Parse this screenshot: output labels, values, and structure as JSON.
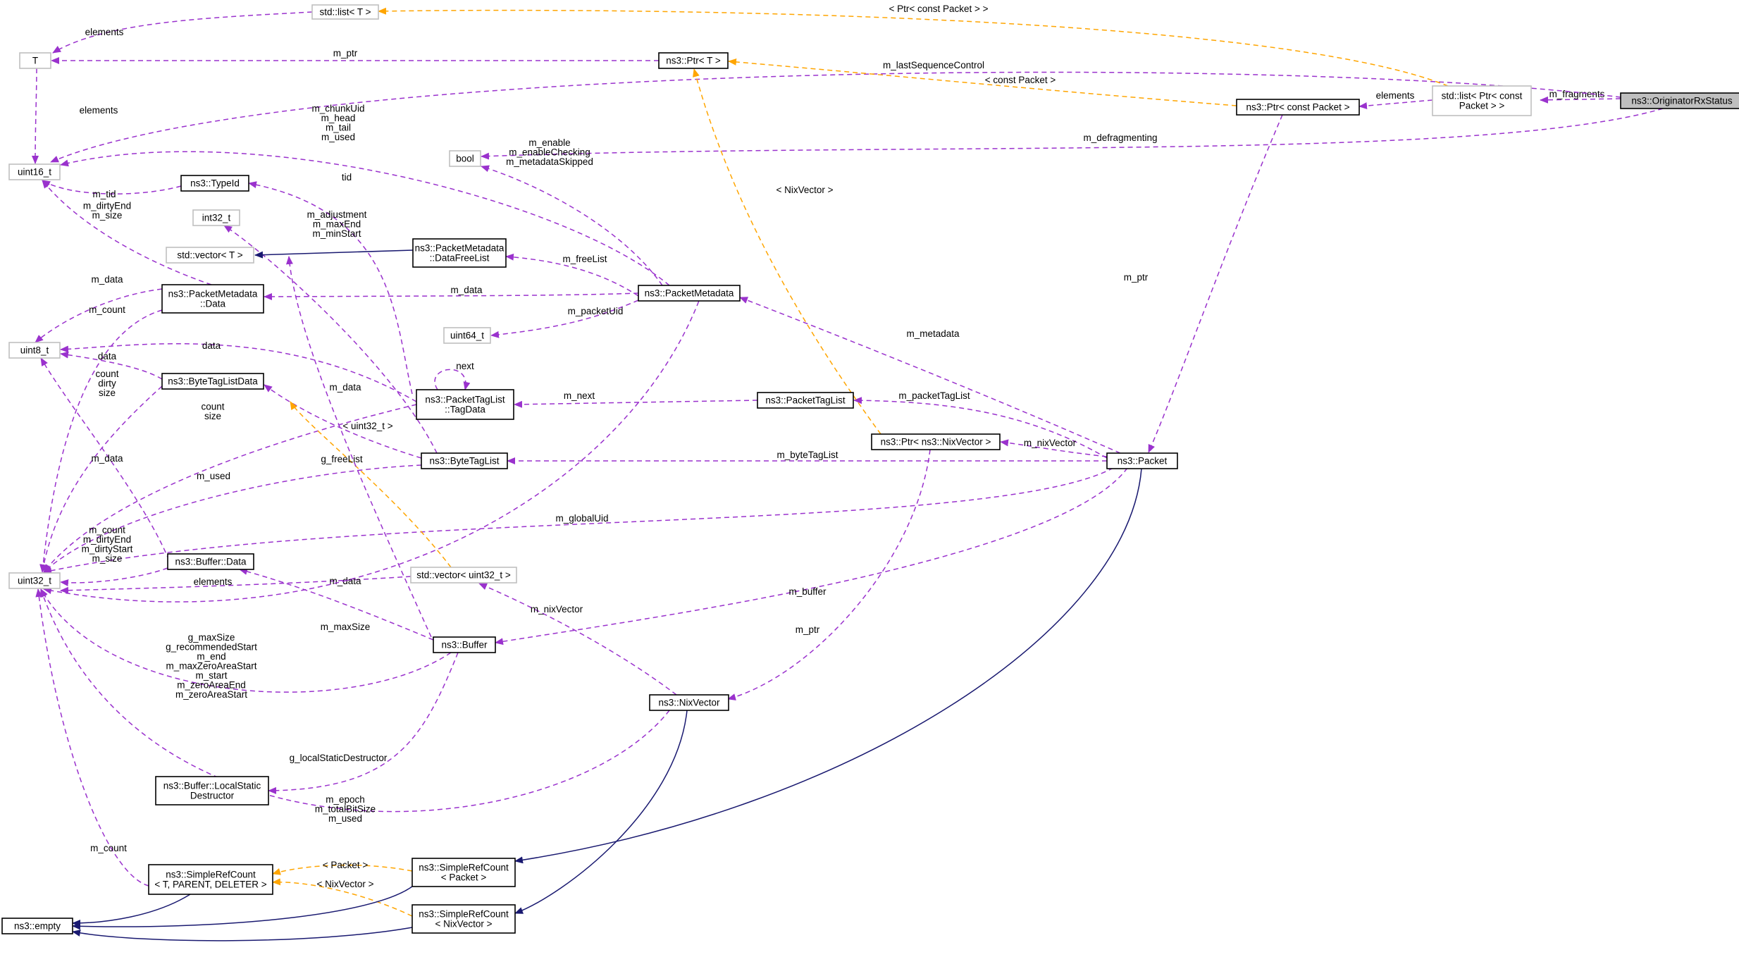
{
  "colors": {
    "member": "#9a32cd",
    "template": "#ffa500",
    "inherit": "#191970",
    "node_border": "#000000",
    "ext_border": "#bfbfbf",
    "focus_fill": "#bfbfbf"
  },
  "nodes": [
    {
      "id": "root",
      "lines": [
        "ns3::OriginatorRxStatus"
      ],
      "style": "focus"
    },
    {
      "id": "stdlist_ptr",
      "lines": [
        "std::list< Ptr< const",
        "Packet > >"
      ],
      "style": "ext"
    },
    {
      "id": "stdlist_T",
      "lines": [
        "std::list< T >"
      ],
      "style": "ext"
    },
    {
      "id": "T",
      "lines": [
        "T"
      ],
      "style": "ext"
    },
    {
      "id": "ptrT",
      "lines": [
        "ns3::Ptr< T >"
      ],
      "style": "normal"
    },
    {
      "id": "ptrPacket",
      "lines": [
        "ns3::Ptr< const Packet >"
      ],
      "style": "normal"
    },
    {
      "id": "uint16",
      "lines": [
        "uint16_t"
      ],
      "style": "ext"
    },
    {
      "id": "bool",
      "lines": [
        "bool"
      ],
      "style": "ext"
    },
    {
      "id": "typeid",
      "lines": [
        "ns3::TypeId"
      ],
      "style": "normal"
    },
    {
      "id": "int32",
      "lines": [
        "int32_t"
      ],
      "style": "ext"
    },
    {
      "id": "vecT",
      "lines": [
        "std::vector< T >"
      ],
      "style": "ext"
    },
    {
      "id": "dfl",
      "lines": [
        "ns3::PacketMetadata",
        "::DataFreeList"
      ],
      "style": "normal"
    },
    {
      "id": "pmdata",
      "lines": [
        "ns3::PacketMetadata",
        "::Data"
      ],
      "style": "normal"
    },
    {
      "id": "pm",
      "lines": [
        "ns3::PacketMetadata"
      ],
      "style": "normal"
    },
    {
      "id": "uint64",
      "lines": [
        "uint64_t"
      ],
      "style": "ext"
    },
    {
      "id": "uint8",
      "lines": [
        "uint8_t"
      ],
      "style": "ext"
    },
    {
      "id": "btld",
      "lines": [
        "ns3::ByteTagListData"
      ],
      "style": "normal"
    },
    {
      "id": "ptltd",
      "lines": [
        "ns3::PacketTagList",
        "::TagData"
      ],
      "style": "normal"
    },
    {
      "id": "ptl",
      "lines": [
        "ns3::PacketTagList"
      ],
      "style": "normal"
    },
    {
      "id": "ptrnix",
      "lines": [
        "ns3::Ptr< ns3::NixVector >"
      ],
      "style": "normal"
    },
    {
      "id": "btl",
      "lines": [
        "ns3::ByteTagList"
      ],
      "style": "normal"
    },
    {
      "id": "packet",
      "lines": [
        "ns3::Packet"
      ],
      "style": "normal"
    },
    {
      "id": "uint32",
      "lines": [
        "uint32_t"
      ],
      "style": "ext"
    },
    {
      "id": "bufdata",
      "lines": [
        "ns3::Buffer::Data"
      ],
      "style": "normal"
    },
    {
      "id": "vecu32",
      "lines": [
        "std::vector< uint32_t >"
      ],
      "style": "ext"
    },
    {
      "id": "buffer",
      "lines": [
        "ns3::Buffer"
      ],
      "style": "normal"
    },
    {
      "id": "nix",
      "lines": [
        "ns3::NixVector"
      ],
      "style": "normal"
    },
    {
      "id": "lsd",
      "lines": [
        "ns3::Buffer::LocalStatic",
        "Destructor"
      ],
      "style": "normal"
    },
    {
      "id": "srcT",
      "lines": [
        "ns3::SimpleRefCount",
        "< T, PARENT, DELETER >"
      ],
      "style": "normal"
    },
    {
      "id": "srcP",
      "lines": [
        "ns3::SimpleRefCount",
        "< Packet >"
      ],
      "style": "normal"
    },
    {
      "id": "srcN",
      "lines": [
        "ns3::SimpleRefCount",
        "< NixVector >"
      ],
      "style": "normal"
    },
    {
      "id": "empty",
      "lines": [
        "ns3::empty"
      ],
      "style": "normal"
    }
  ],
  "edges": [
    {
      "kind": "member",
      "label": [
        "m_fragments"
      ]
    },
    {
      "kind": "member",
      "label": [
        "m_lastSequenceControl"
      ]
    },
    {
      "kind": "member",
      "label": [
        "m_defragmenting"
      ]
    },
    {
      "kind": "template",
      "label": [
        "< Ptr< const Packet > >"
      ]
    },
    {
      "kind": "member",
      "label": [
        "elements"
      ]
    },
    {
      "kind": "member",
      "label": [
        "elements"
      ]
    },
    {
      "kind": "member",
      "label": [
        "m_ptr"
      ]
    },
    {
      "kind": "template",
      "label": [
        "< const Packet >"
      ]
    },
    {
      "kind": "member",
      "label": [
        "m_ptr"
      ]
    },
    {
      "kind": "member",
      "label": [
        "elements"
      ]
    },
    {
      "kind": "member",
      "label": [
        "m_chunkUid",
        "m_head",
        "m_tail",
        "m_used"
      ]
    },
    {
      "kind": "member",
      "label": [
        "m_enable",
        "m_enableChecking",
        "m_metadataSkipped"
      ]
    },
    {
      "kind": "member",
      "label": [
        "m_tid"
      ]
    },
    {
      "kind": "member",
      "label": [
        "tid"
      ]
    },
    {
      "kind": "member",
      "label": [
        "m_dirtyEnd",
        "m_size"
      ]
    },
    {
      "kind": "member",
      "label": [
        "m_adjustment",
        "m_maxEnd",
        "m_minStart"
      ]
    },
    {
      "kind": "inherit",
      "label": []
    },
    {
      "kind": "member",
      "label": [
        "m_freeList"
      ]
    },
    {
      "kind": "member",
      "label": [
        "m_data"
      ]
    },
    {
      "kind": "member",
      "label": [
        "m_data"
      ]
    },
    {
      "kind": "member",
      "label": [
        "m_count"
      ]
    },
    {
      "kind": "member",
      "label": [
        "m_packetUid"
      ]
    },
    {
      "kind": "member",
      "label": [
        "m_metadata"
      ]
    },
    {
      "kind": "member",
      "label": [
        "data"
      ]
    },
    {
      "kind": "member",
      "label": [
        "data"
      ]
    },
    {
      "kind": "member",
      "label": [
        "next"
      ]
    },
    {
      "kind": "member",
      "label": [
        "count",
        "dirty",
        "size"
      ]
    },
    {
      "kind": "member",
      "label": [
        "count",
        "size"
      ]
    },
    {
      "kind": "member",
      "label": [
        "m_data"
      ]
    },
    {
      "kind": "member",
      "label": [
        "m_next"
      ]
    },
    {
      "kind": "member",
      "label": [
        "m_packetTagList"
      ]
    },
    {
      "kind": "template",
      "label": [
        "< NixVector >"
      ]
    },
    {
      "kind": "member",
      "label": [
        "m_nixVector"
      ]
    },
    {
      "kind": "member",
      "label": [
        "m_byteTagList"
      ]
    },
    {
      "kind": "member",
      "label": [
        "m_used"
      ]
    },
    {
      "kind": "member",
      "label": [
        "m_globalUid"
      ]
    },
    {
      "kind": "member",
      "label": [
        "m_data"
      ]
    },
    {
      "kind": "member",
      "label": [
        "m_count",
        "m_dirtyEnd",
        "m_dirtyStart",
        "m_size"
      ]
    },
    {
      "kind": "template",
      "label": [
        "< uint32_t >"
      ]
    },
    {
      "kind": "member",
      "label": [
        "g_freeList"
      ]
    },
    {
      "kind": "member",
      "label": [
        "elements"
      ]
    },
    {
      "kind": "member",
      "label": [
        "m_data"
      ]
    },
    {
      "kind": "member",
      "label": [
        "m_buffer"
      ]
    },
    {
      "kind": "member",
      "label": [
        "m_maxSize"
      ]
    },
    {
      "kind": "member",
      "label": [
        "g_maxSize",
        "g_recommendedStart",
        "m_end",
        "m_maxZeroAreaStart",
        "m_start",
        "m_zeroAreaEnd",
        "m_zeroAreaStart"
      ]
    },
    {
      "kind": "member",
      "label": [
        "g_localStaticDestructor"
      ]
    },
    {
      "kind": "member",
      "label": [
        "m_nixVector"
      ]
    },
    {
      "kind": "member",
      "label": [
        "m_ptr"
      ]
    },
    {
      "kind": "member",
      "label": [
        "m_epoch",
        "m_totalBitSize",
        "m_used"
      ]
    },
    {
      "kind": "member",
      "label": [
        "m_count"
      ]
    },
    {
      "kind": "inherit",
      "label": []
    },
    {
      "kind": "inherit",
      "label": []
    },
    {
      "kind": "template",
      "label": [
        "< Packet >"
      ]
    },
    {
      "kind": "template",
      "label": [
        "< NixVector >"
      ]
    },
    {
      "kind": "inherit",
      "label": []
    },
    {
      "kind": "inherit",
      "label": []
    },
    {
      "kind": "inherit",
      "label": []
    }
  ]
}
